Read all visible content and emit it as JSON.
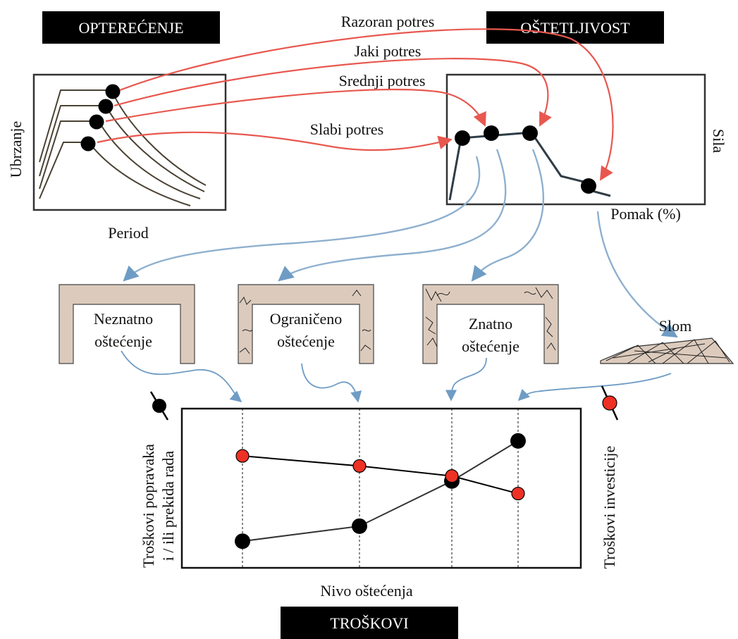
{
  "header": {
    "load_title": "OPTEREĆENJE",
    "vulnerability_title": "OŠTETLJIVOST",
    "cost_title": "TROŠKOVI"
  },
  "earthquakes": {
    "destructive": "Razoran potres",
    "strong": "Jaki potres",
    "medium": "Srednji potres",
    "weak": "Slabi potres"
  },
  "spectrum_panel": {
    "ylabel": "Ubrzanje",
    "xlabel": "Period"
  },
  "capacity_panel": {
    "ylabel": "Sila",
    "xlabel": "Pomak (%)"
  },
  "damage_states": {
    "slight_line1": "Neznatno",
    "slight_line2": "oštećenje",
    "limited_line1": "Ograničeno",
    "limited_line2": "oštećenje",
    "significant_line1": "Znatno",
    "significant_line2": "oštećenje",
    "collapse": "Slom"
  },
  "cost_panel": {
    "left_axis_line1": "Troškovi popravaka",
    "left_axis_line2": "i / ili prekida  rada",
    "right_axis": "Troškovi   investicije",
    "xlabel": "Nivo oštećenja"
  },
  "colors": {
    "red_arrow": "#e8584f",
    "blue_arrow": "#8fb0cf",
    "beige_frame": "#dccbbd",
    "marker_black": "#000000",
    "marker_red": "#ee3124"
  },
  "chart_data": {
    "type": "line",
    "categories": [
      "Neznatno oštećenje",
      "Ograničeno oštećenje",
      "Znatno oštećenje",
      "Slom"
    ],
    "series": [
      {
        "name": "Troškovi popravaka i / ili prekida  rada",
        "values": [
          0.1,
          0.22,
          0.58,
          0.9
        ],
        "marker": "black"
      },
      {
        "name": "Troškovi   investicije",
        "values": [
          0.78,
          0.7,
          0.62,
          0.48
        ],
        "marker": "red"
      }
    ],
    "xlabel": "Nivo oštećenja",
    "ylim": [
      0,
      1
    ]
  }
}
